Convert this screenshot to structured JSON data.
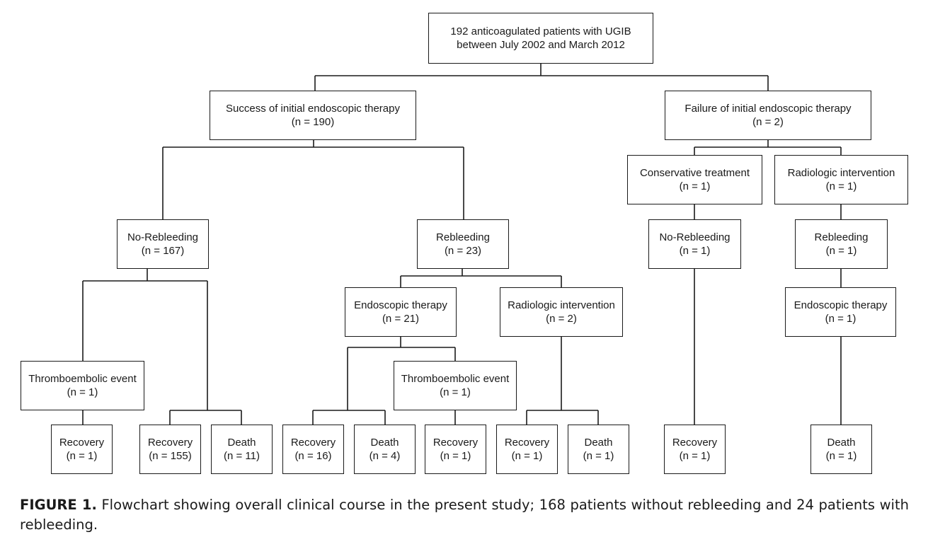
{
  "nodes": {
    "root": {
      "line1": "192 anticoagulated patients with UGIB",
      "line2": "between July 2002 and March 2012"
    },
    "success": {
      "line1": "Success of initial endoscopic therapy",
      "line2": "(n = 190)"
    },
    "failure": {
      "line1": "Failure of initial endoscopic therapy",
      "line2": "(n = 2)"
    },
    "no_rebleeding": {
      "line1": "No-Rebleeding",
      "line2": "(n = 167)"
    },
    "rebleeding": {
      "line1": "Rebleeding",
      "line2": "(n = 23)"
    },
    "conservative": {
      "line1": "Conservative treatment",
      "line2": "(n = 1)"
    },
    "radiologic_f": {
      "line1": "Radiologic intervention",
      "line2": "(n = 1)"
    },
    "no_rebleeding_f": {
      "line1": "No-Rebleeding",
      "line2": "(n = 1)"
    },
    "rebleeding_f": {
      "line1": "Rebleeding",
      "line2": "(n = 1)"
    },
    "endoscopic_r": {
      "line1": "Endoscopic therapy",
      "line2": "(n = 21)"
    },
    "radiologic_r": {
      "line1": "Radiologic intervention",
      "line2": "(n = 2)"
    },
    "endoscopic_f": {
      "line1": "Endoscopic therapy",
      "line2": "(n = 1)"
    },
    "thrombo_nr": {
      "line1": "Thromboembolic event",
      "line2": "(n = 1)"
    },
    "thrombo_r": {
      "line1": "Thromboembolic event",
      "line2": "(n = 1)"
    },
    "recovery_1": {
      "line1": "Recovery",
      "line2": "(n = 1)"
    },
    "recovery_155": {
      "line1": "Recovery",
      "line2": "(n = 155)"
    },
    "death_11": {
      "line1": "Death",
      "line2": "(n = 11)"
    },
    "recovery_16": {
      "line1": "Recovery",
      "line2": "(n = 16)"
    },
    "death_4": {
      "line1": "Death",
      "line2": "(n = 4)"
    },
    "recovery_1b": {
      "line1": "Recovery",
      "line2": "(n = 1)"
    },
    "recovery_1c": {
      "line1": "Recovery",
      "line2": "(n = 1)"
    },
    "death_1a": {
      "line1": "Death",
      "line2": "(n = 1)"
    },
    "recovery_1d": {
      "line1": "Recovery",
      "line2": "(n = 1)"
    },
    "death_1b": {
      "line1": "Death",
      "line2": "(n = 1)"
    }
  },
  "caption": {
    "label": "FIGURE 1.",
    "text": " Flowchart showing overall clinical course in the present study; 168 patients without rebleeding and 24 patients with rebleeding."
  }
}
